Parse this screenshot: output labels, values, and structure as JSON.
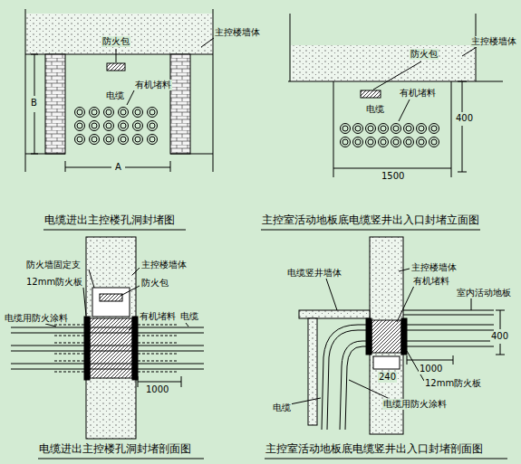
{
  "diagram": {
    "labels": [
      "防火包",
      "主控楼墙体",
      "电缆",
      "有机堵料",
      "B",
      "A",
      "电缆进出主控楼孔洞封堵图",
      "防火包",
      "主控楼墙体",
      "电缆",
      "有机堵料",
      "400",
      "1500",
      "主控室活动地板底电缆竖井出入口封堵立面图",
      "防火墙固定支",
      "主控楼墙体",
      "12mm防火板",
      "防火包",
      "电缆用防火涂料",
      "有机堵料",
      "电缆",
      "1000",
      "电缆进出主控楼孔洞封堵剖面图",
      "电缆竖井墙体",
      "主控楼墙体",
      "有机堵料",
      "室内活动地板",
      "400",
      "1000",
      "240",
      "12mm防火板",
      "电缆",
      "电缆用防火涂料",
      "主控室活动地板底电缆竖井出入口封堵剖面图"
    ]
  }
}
